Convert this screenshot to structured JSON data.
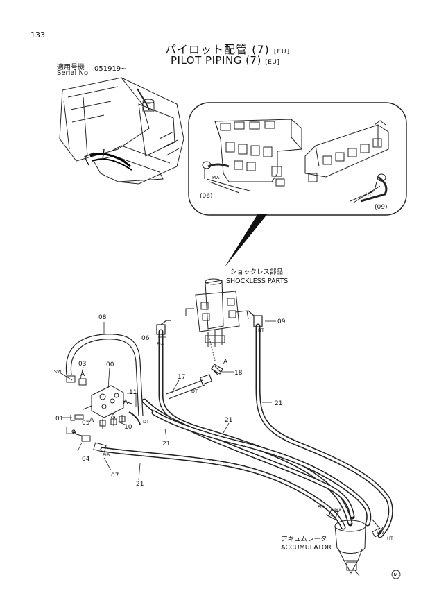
{
  "header": {
    "page_number": "133",
    "title_jp": "パイロット配管 (7)",
    "title_en": "PILOT PIPING (7)",
    "region_tag": "[EU]"
  },
  "serial": {
    "label_jp": "適用号機",
    "label_en": "Serial No.",
    "value": "051919~"
  },
  "callouts": {
    "shockless_jp": "ショックレス部品",
    "shockless_en": "SHOCKLESS PARTS",
    "accumulator_jp": "アキュムレータ",
    "accumulator_en": "ACCUMULATOR"
  },
  "parts": {
    "p00": "00",
    "p01": "01",
    "p03": "03",
    "p04": "04",
    "p05": "05",
    "p06": "06",
    "p06b": "(06)",
    "p07": "07",
    "p08": "08",
    "p09": "09",
    "p09b": "(09)",
    "p10": "10",
    "p11": "11",
    "p17": "17",
    "p18": "18",
    "p21": "21"
  },
  "ports": {
    "pia": "PIA",
    "pib": "PIB",
    "ht": "HT",
    "dt": "DT",
    "sw": "SW",
    "a": "A"
  },
  "footer_mark": "M"
}
